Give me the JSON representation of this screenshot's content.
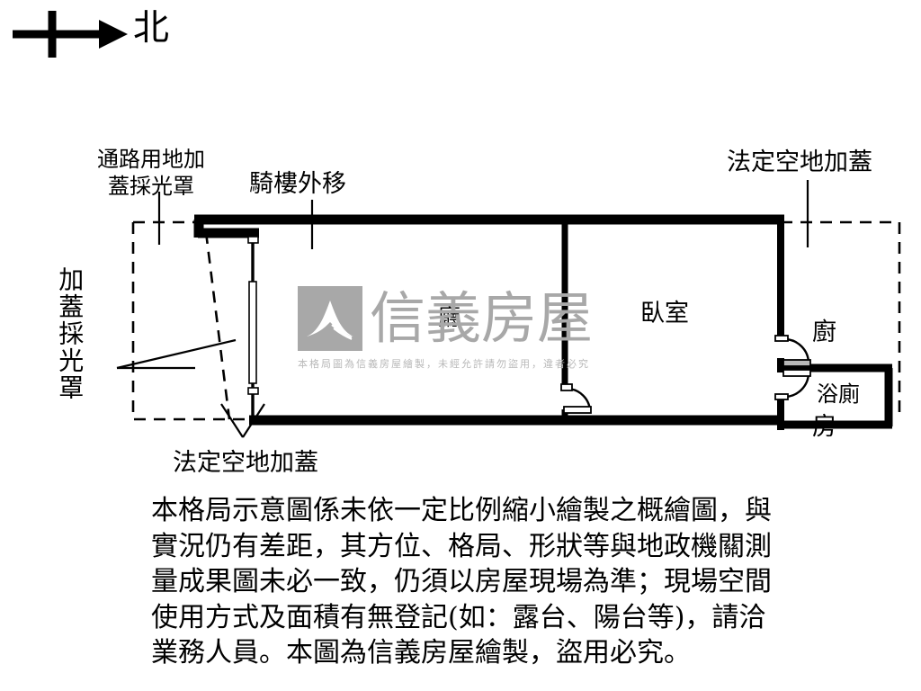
{
  "compass": {
    "label": "北",
    "icon": "north-arrow-icon"
  },
  "callouts": {
    "passage_skylight": "通路用地加\n蓋採光罩",
    "arcade_moved": "騎樓外移",
    "legal_land_cover_top": "法定空地加蓋",
    "covered_skylight": "加蓋採光罩",
    "legal_land_cover_bottom": "法定空地加蓋"
  },
  "rooms": [
    {
      "name": "living-room",
      "label": "廳"
    },
    {
      "name": "bedroom",
      "label": "臥室"
    },
    {
      "name": "kitchen",
      "label": "廚房"
    },
    {
      "name": "bathroom",
      "label": "浴廁"
    }
  ],
  "room_labels": {
    "living": "廳",
    "bedroom": "臥室",
    "kitchen_line1": "廚",
    "kitchen_line2": "房",
    "bathroom": "浴廁"
  },
  "watermark": {
    "brand": "信義房屋",
    "notice": "本格局圖為信義房屋繪製，未經允許請勿盜用，違者必究",
    "color": "#a8a8a8"
  },
  "disclaimer": {
    "lines": [
      "本格局示意圖係未依一定比例縮小繪製之概繪圖，與",
      "實況仍有差距，其方位、格局、形狀等與地政機關測",
      "量成果圖未必一致，仍須以房屋現場為準；現場空間",
      "使用方式及面積有無登記(如：露台、陽台等)，請洽",
      "業務人員。本圖為信義房屋繪製，盜用必究。"
    ]
  },
  "colors": {
    "wall": "#000000",
    "dashed": "#000000",
    "background": "#ffffff",
    "watermark": "#a8a8a8",
    "watermark_sub": "#b9b9b9"
  }
}
